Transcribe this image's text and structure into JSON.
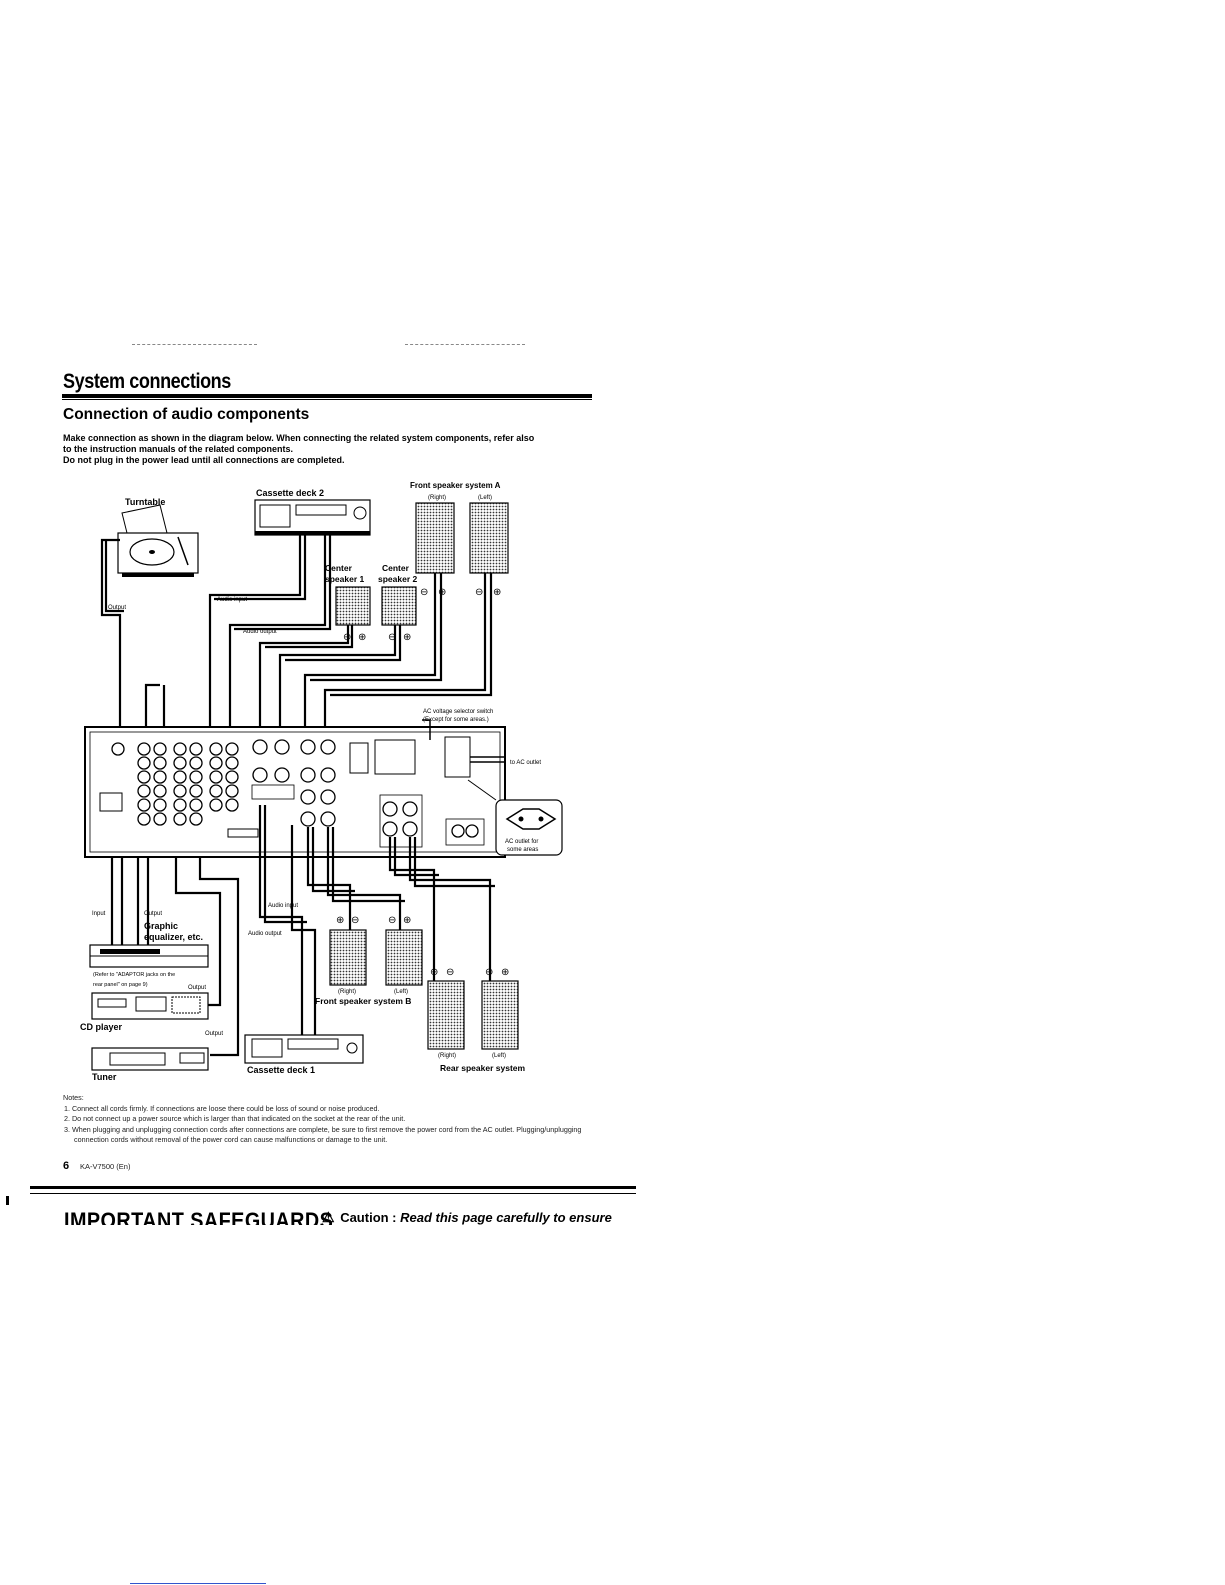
{
  "page": {
    "section_title": "System connections",
    "subtitle": "Connection of audio components",
    "intro_line1": "Make connection as shown in the diagram below. When connecting the related system components, refer also",
    "intro_line2": "to the instruction manuals of the related components.",
    "intro_line3": "Do not plug in the power lead until all connections are completed."
  },
  "diagram": {
    "turntable": "Turntable",
    "cassette_deck_2": "Cassette deck 2",
    "front_speaker_a": "Front speaker system A",
    "right_a": "(Right)",
    "left_a": "(Left)",
    "center_1": "Center",
    "center_1b": "speaker 1",
    "center_2": "Center",
    "center_2b": "speaker 2",
    "output": "Output",
    "audio_input": "Audio input",
    "audio_output": "Audio output",
    "ac_switch_1": "AC voltage selector switch",
    "ac_switch_2": "(Except for some areas.)",
    "to_ac_outlet": "to AC outlet",
    "ac_outlet_1": "AC outlet for",
    "ac_outlet_2": "some areas",
    "input": "Input",
    "output_2": "Output",
    "graphic_eq_1": "Graphic",
    "graphic_eq_2": "equalizer, etc.",
    "refer_1": "(Refer to \"ADAPTOR jacks on the",
    "refer_2": "rear panel\" on page 9)",
    "output_cd": "Output",
    "cd_player": "CD player",
    "output_tuner": "Output",
    "tuner": "Tuner",
    "audio_input_2": "Audio input",
    "audio_output_2": "Audio output",
    "right_b": "(Right)",
    "left_b": "(Left)",
    "front_speaker_b": "Front speaker system B",
    "cassette_deck_1": "Cassette deck 1",
    "right_rear": "(Right)",
    "left_rear": "(Left)",
    "rear_speaker": "Rear speaker system",
    "plus": "⊕",
    "minus": "⊖"
  },
  "notes": {
    "heading": "Notes:",
    "items": [
      "1. Connect all cords firmly. If connections are loose there could be loss of sound or noise produced.",
      "2. Do not connect up a power source which is larger than that indicated on the socket at the rear of the unit.",
      "3. When plugging and unplugging connection cords after connections are complete, be sure to first remove the power cord from the AC outlet. Plugging/unplugging connection cords without removal of the power cord can cause malfunctions or damage to the unit."
    ]
  },
  "footer": {
    "page_number": "6",
    "model": "KA-V7500 (En)",
    "next_title": "IMPORTANT SAFEGUARDS",
    "caution_symbol": "⚠",
    "caution_label": "Caution :",
    "caution_text": "Read this page carefully to ensure"
  }
}
